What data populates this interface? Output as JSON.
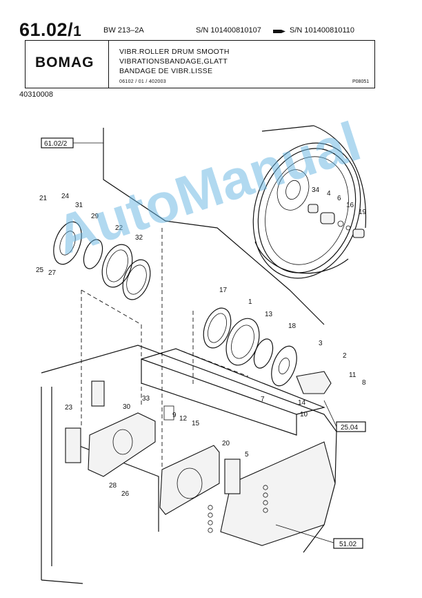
{
  "header": {
    "page_number": "61.02/",
    "page_sub": "1",
    "model": "BW 213–2A",
    "serial_from": "S/N 101400810107",
    "serial_to": "S/N 101400810110"
  },
  "title_block": {
    "brand": "BOMAG",
    "lines": [
      "VIBR.ROLLER DRUM SMOOTH",
      "VIBRATIONSBANDAGE,GLATT",
      "BANDAGE DE VIBR.LISSE"
    ],
    "ref_left": "06102 / 01 / 402003",
    "ref_right": "P08051"
  },
  "doc_number": "40310008",
  "references": [
    "61.02/2",
    "25.04",
    "51.02"
  ],
  "callouts": [
    "21",
    "24",
    "31",
    "29",
    "22",
    "32",
    "25",
    "27",
    "34",
    "4",
    "6",
    "16",
    "19",
    "17",
    "1",
    "13",
    "18",
    "3",
    "2",
    "11",
    "8",
    "7",
    "14",
    "10",
    "23",
    "30",
    "33",
    "9",
    "12",
    "15",
    "20",
    "5",
    "28",
    "26"
  ],
  "watermark": "AutoManual"
}
